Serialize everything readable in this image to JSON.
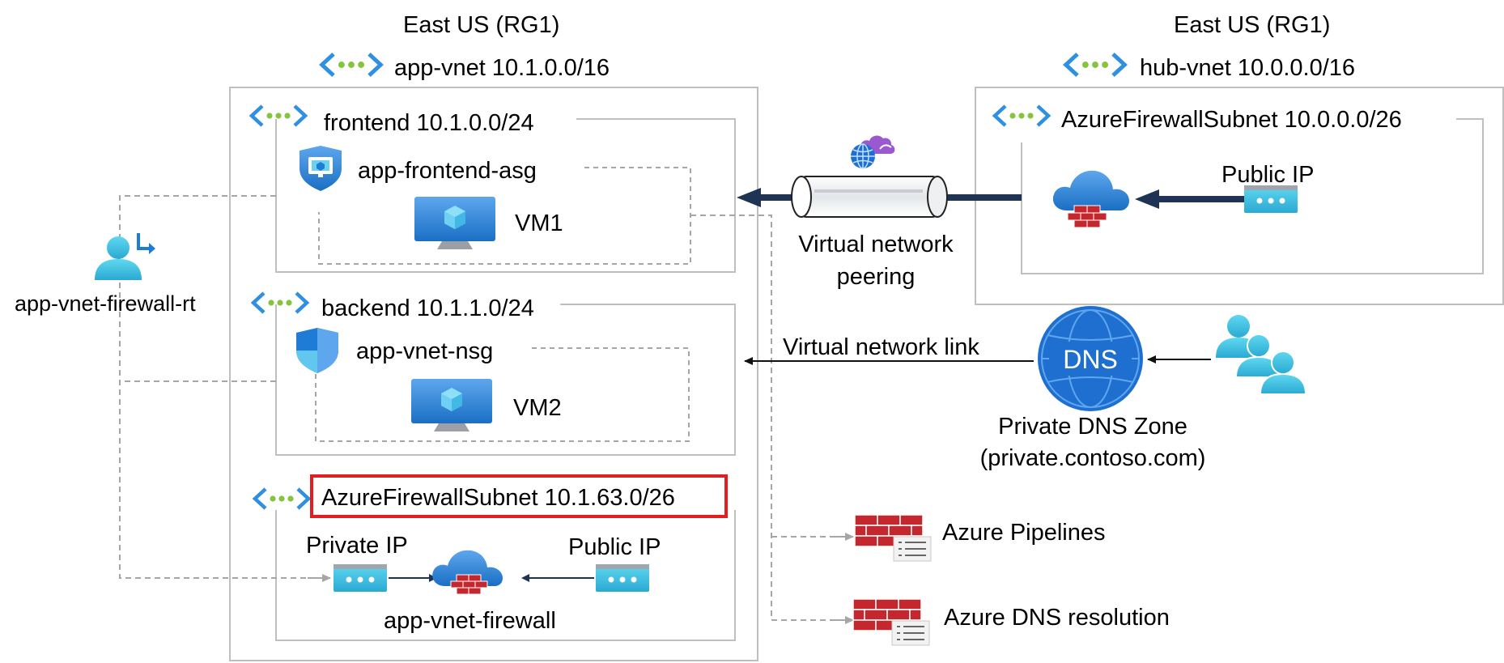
{
  "app_region": {
    "region": "East US (RG1)",
    "vnet": "app-vnet 10.1.0.0/16"
  },
  "hub_region": {
    "region": "East US (RG1)",
    "vnet": "hub-vnet 10.0.0.0/16"
  },
  "app_subnets": {
    "frontend": {
      "title": "frontend 10.1.0.0/24",
      "asg": "app-frontend-asg",
      "vm": "VM1"
    },
    "backend": {
      "title": "backend 10.1.1.0/24",
      "nsg": "app-vnet-nsg",
      "vm": "VM2"
    },
    "firewall": {
      "title": "AzureFirewallSubnet 10.1.63.0/26",
      "private_ip": "Private IP",
      "public_ip": "Public IP",
      "name": "app-vnet-firewall"
    }
  },
  "hub_subnet": {
    "title": "AzureFirewallSubnet 10.0.0.0/26",
    "public_ip": "Public IP"
  },
  "route_table": {
    "name": "app-vnet-firewall-rt"
  },
  "peering": {
    "line1": "Virtual network",
    "line2": "peering"
  },
  "vnet_link": {
    "label": "Virtual network link"
  },
  "dns": {
    "badge": "DNS",
    "line1": "Private DNS Zone",
    "line2": "(private.contoso.com)"
  },
  "rules": {
    "pipelines": "Azure Pipelines",
    "dns_resolution": "Azure DNS resolution"
  },
  "colors": {
    "highlight": "#e02020",
    "connector_dark": "#1f3354",
    "dashed": "#a6a6a6",
    "azure_blue": "#1e7bd6",
    "firewall_red": "#c4282e"
  }
}
